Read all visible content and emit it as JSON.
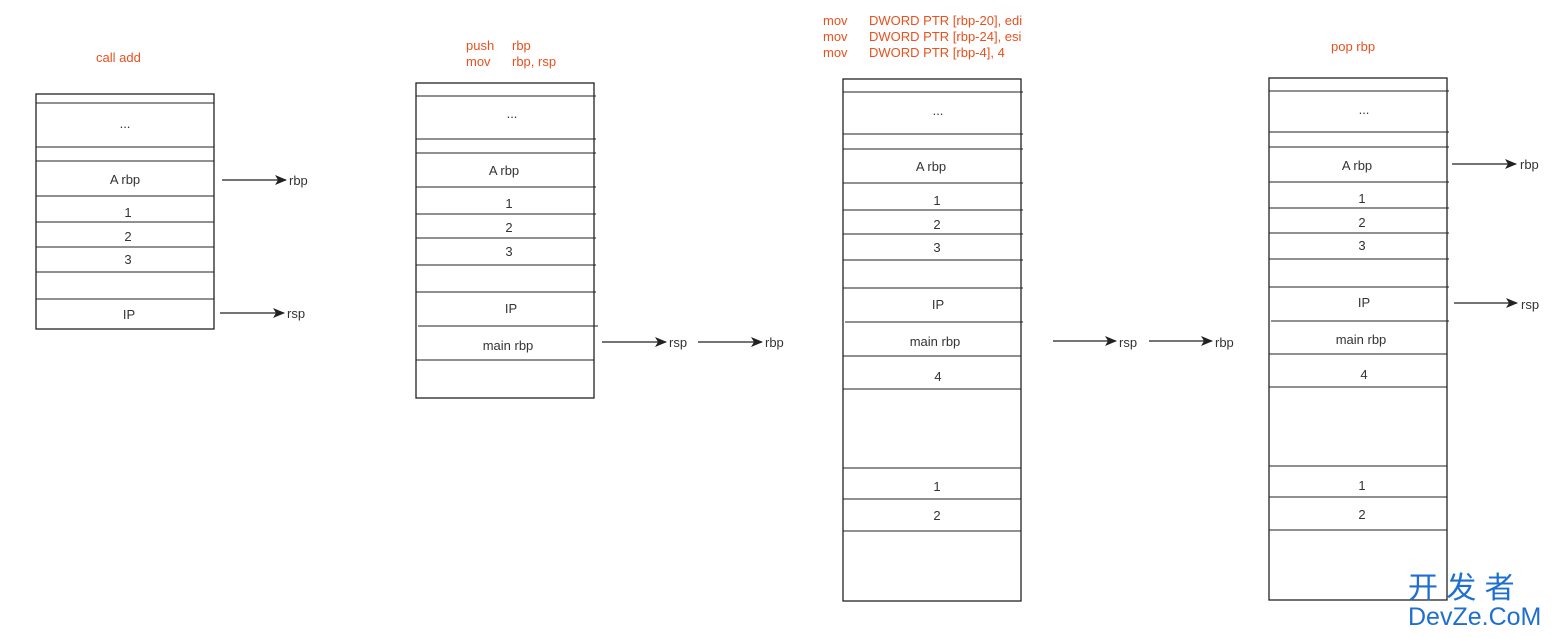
{
  "colors": {
    "caption": "#e8501e",
    "text": "#333333",
    "line": "#222222",
    "watermark": "#1f6fd0"
  },
  "panels": [
    {
      "caption": [
        "call add"
      ],
      "cells": [
        "...",
        "A rbp",
        "1",
        "2",
        "3",
        "IP"
      ],
      "pointers": [
        {
          "target": "A rbp",
          "labels": [
            "rbp"
          ]
        },
        {
          "target": "IP",
          "labels": [
            "rsp"
          ]
        }
      ]
    },
    {
      "caption": [
        {
          "op": "push",
          "arg": "rbp"
        },
        {
          "op": "mov",
          "arg": "rbp, rsp"
        }
      ],
      "cells": [
        "...",
        "A rbp",
        "1",
        "2",
        "3",
        "IP",
        "main rbp"
      ],
      "pointers": [
        {
          "target": "main rbp",
          "labels": [
            "rsp",
            "rbp"
          ]
        }
      ]
    },
    {
      "caption": [
        {
          "op": "mov",
          "arg": "DWORD PTR [rbp-20], edi"
        },
        {
          "op": "mov",
          "arg": "DWORD PTR [rbp-24], esi"
        },
        {
          "op": "mov",
          "arg": "DWORD PTR [rbp-4], 4"
        }
      ],
      "cells": [
        "...",
        "A rbp",
        "1",
        "2",
        "3",
        "IP",
        "main rbp",
        "4",
        "1",
        "2"
      ],
      "pointers": [
        {
          "target": "main rbp",
          "labels": [
            "rsp",
            "rbp"
          ]
        }
      ]
    },
    {
      "caption": [
        "pop rbp"
      ],
      "cells": [
        "...",
        "A rbp",
        "1",
        "2",
        "3",
        "IP",
        "main rbp",
        "4",
        "1",
        "2"
      ],
      "pointers": [
        {
          "target": "A rbp",
          "labels": [
            "rbp"
          ]
        },
        {
          "target": "IP",
          "labels": [
            "rsp"
          ]
        }
      ]
    }
  ],
  "watermark": {
    "chinese": "开 发 者",
    "domain": "DevZe.CoM"
  }
}
